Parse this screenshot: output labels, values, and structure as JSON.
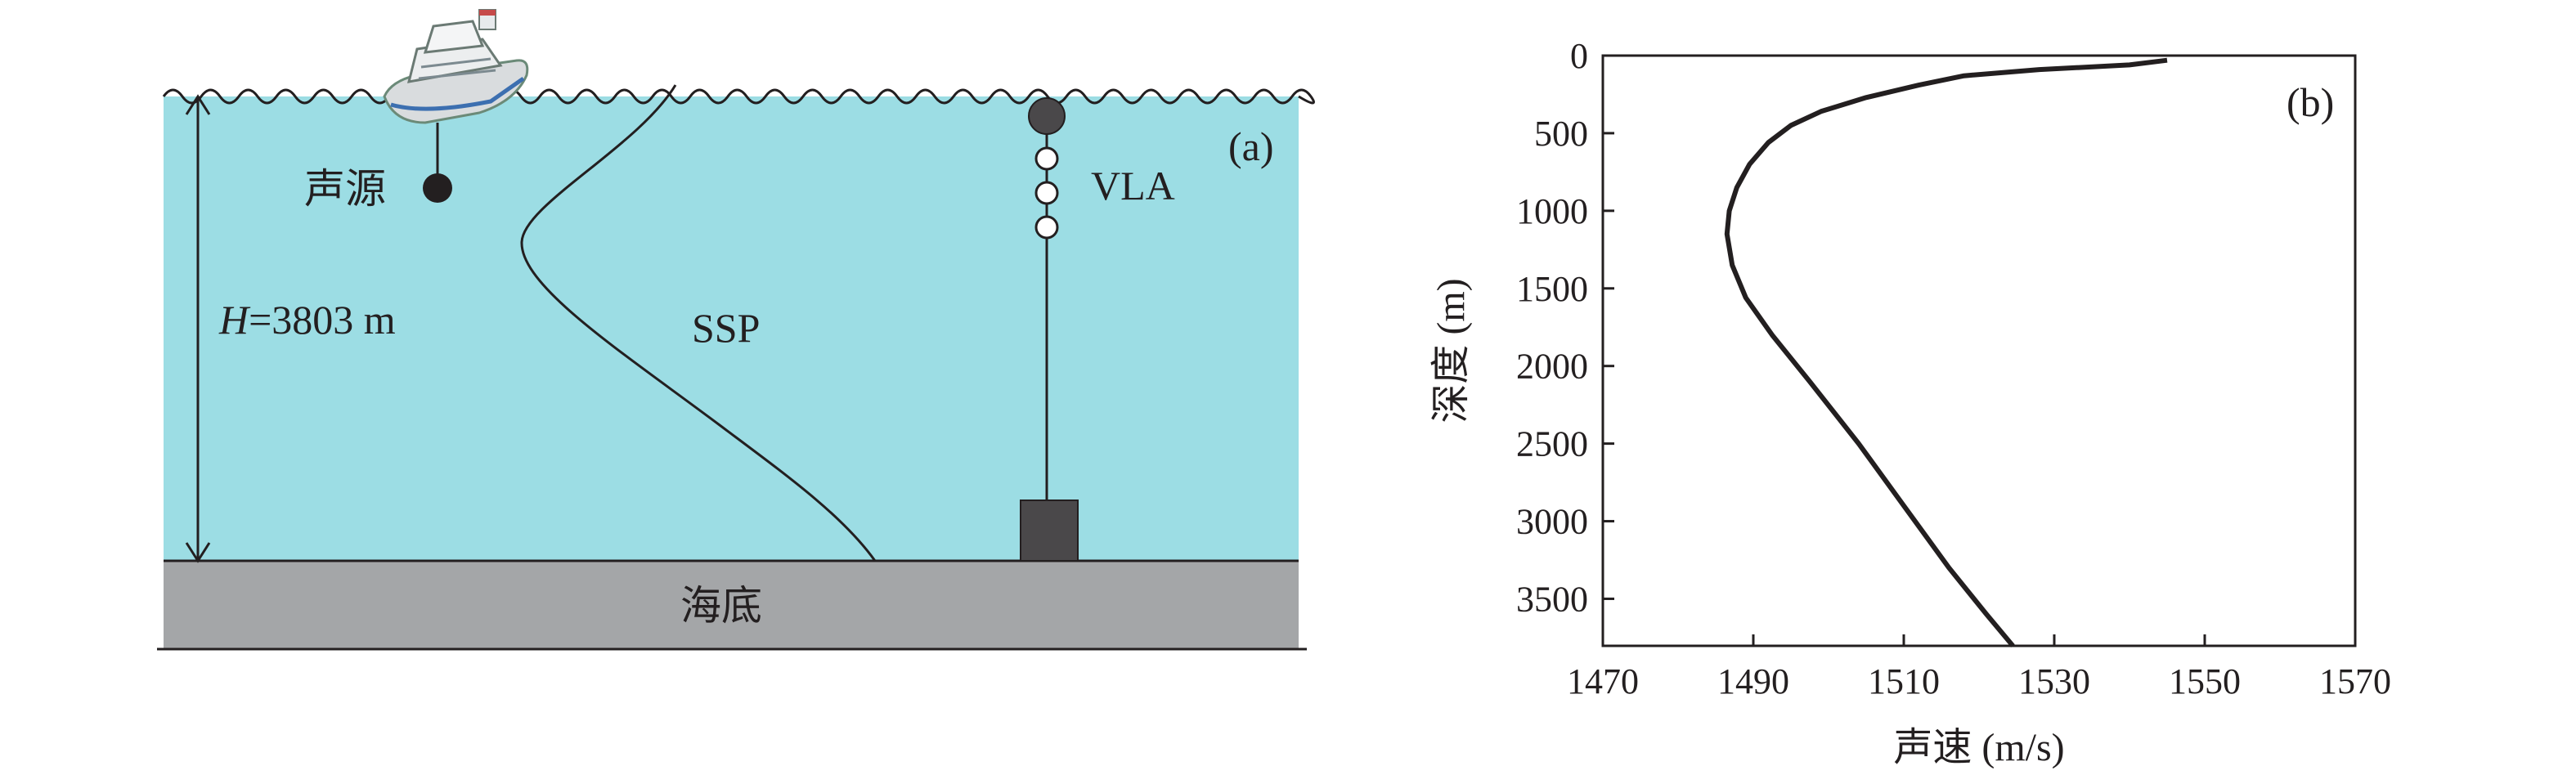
{
  "panel_a": {
    "panel_label": "(a)",
    "source_label": "声源",
    "depth_label_italic": "H",
    "depth_label_rest": "=3803 m",
    "ssp_label": "SSP",
    "vla_label": "VLA",
    "seabed_label": "海底",
    "colors": {
      "water": "#9cdde4",
      "seabed": "#a4a6a8",
      "line": "#231f20",
      "node_dark": "#4a484a"
    }
  },
  "panel_b": {
    "panel_label": "(b)"
  },
  "chart_data": {
    "type": "line",
    "title": "",
    "xlabel": "声速 (m/s)",
    "ylabel": "深度 (m)",
    "xlim": [
      1470,
      1570
    ],
    "ylim": [
      0,
      3803
    ],
    "y_inverted": true,
    "grid": false,
    "x_ticks": [
      "1470",
      "1490",
      "1510",
      "1530",
      "1550",
      "1570"
    ],
    "y_ticks": [
      "0",
      "500",
      "1000",
      "1500",
      "2000",
      "2500",
      "3000",
      "3500"
    ],
    "x_tick_values": [
      1470,
      1490,
      1510,
      1530,
      1550,
      1570
    ],
    "y_tick_values": [
      0,
      500,
      1000,
      1500,
      2000,
      2500,
      3000,
      3500
    ],
    "series": [
      {
        "color": "#231f20",
        "points": [
          [
            1545.0,
            30
          ],
          [
            1540.0,
            60
          ],
          [
            1528.0,
            90
          ],
          [
            1518.0,
            130
          ],
          [
            1512.0,
            190
          ],
          [
            1505.0,
            270
          ],
          [
            1499.0,
            360
          ],
          [
            1495.0,
            450
          ],
          [
            1492.0,
            560
          ],
          [
            1489.5,
            700
          ],
          [
            1487.8,
            850
          ],
          [
            1486.8,
            1000
          ],
          [
            1486.5,
            1150
          ],
          [
            1487.2,
            1350
          ],
          [
            1489.0,
            1560
          ],
          [
            1492.5,
            1800
          ],
          [
            1497.5,
            2100
          ],
          [
            1504.0,
            2500
          ],
          [
            1510.0,
            2900
          ],
          [
            1516.0,
            3300
          ],
          [
            1521.0,
            3600
          ],
          [
            1524.5,
            3803
          ]
        ]
      }
    ]
  }
}
